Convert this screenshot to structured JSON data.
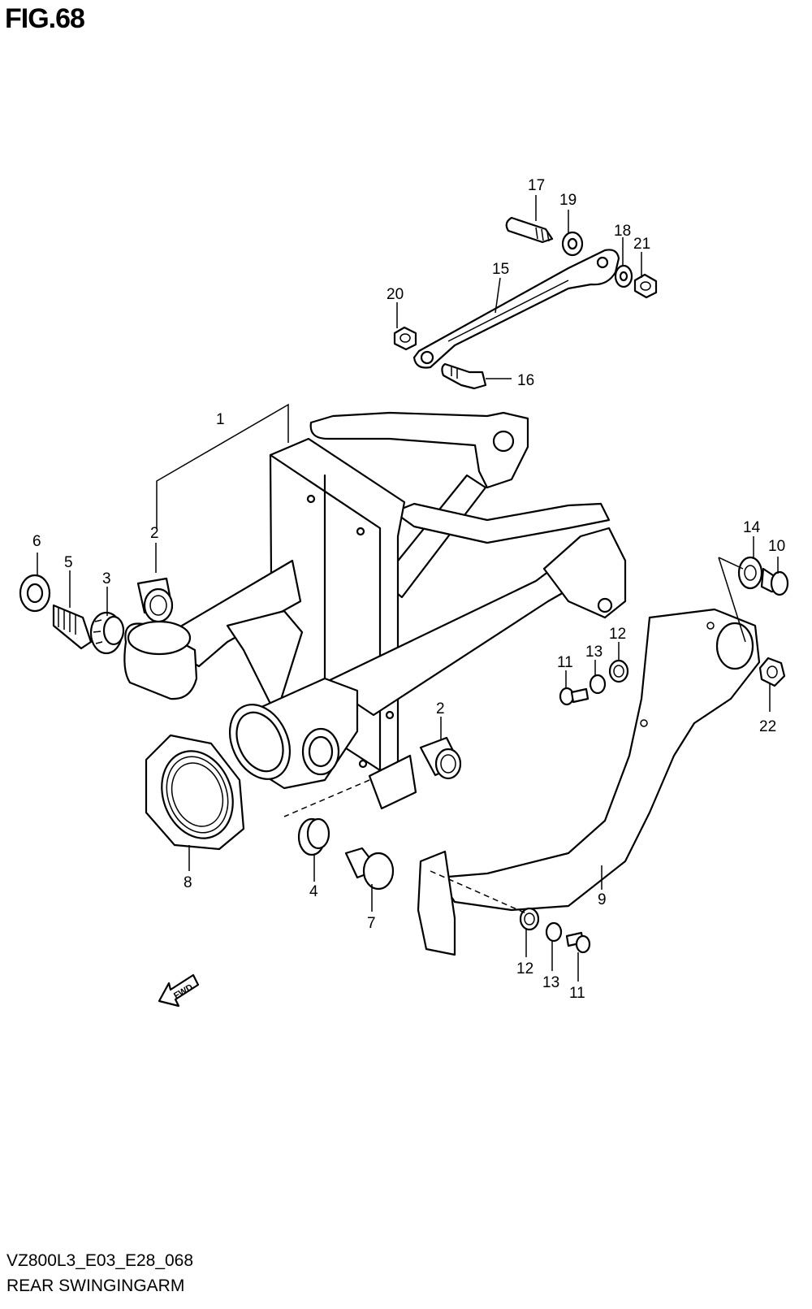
{
  "figure": {
    "title": "FIG.68",
    "code": "VZ800L3_E03_E28_068",
    "name": "REAR SWINGINGARM"
  },
  "fwd_label": "FWD",
  "callouts": {
    "c1": "1",
    "c2a": "2",
    "c2b": "2",
    "c3": "3",
    "c4": "4",
    "c5": "5",
    "c6": "6",
    "c7": "7",
    "c8": "8",
    "c9": "9",
    "c10": "10",
    "c11a": "11",
    "c11b": "11",
    "c12a": "12",
    "c12b": "12",
    "c13a": "13",
    "c13b": "13",
    "c14": "14",
    "c15": "15",
    "c16": "16",
    "c17": "17",
    "c18": "18",
    "c19": "19",
    "c20": "20",
    "c21": "21",
    "c22": "22"
  }
}
